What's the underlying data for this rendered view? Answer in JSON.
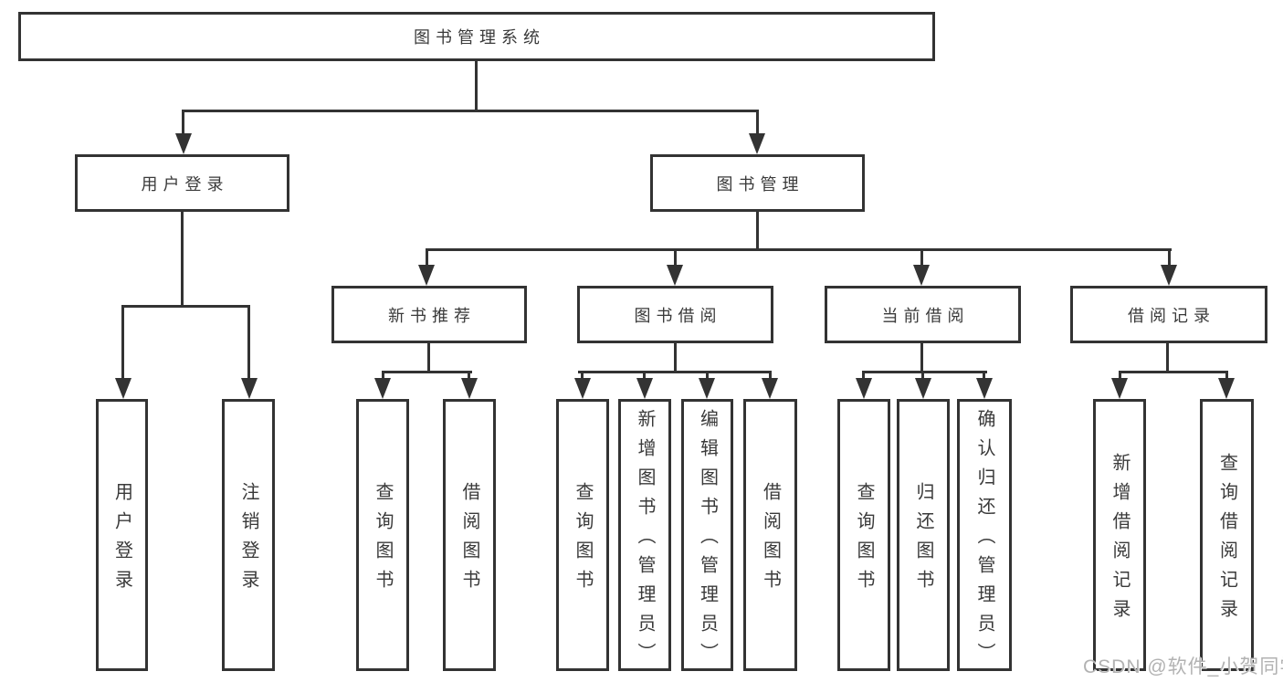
{
  "nodes": {
    "root": "图书管理系统",
    "level2": [
      "用户登录",
      "图书管理"
    ],
    "level3": [
      "新书推荐",
      "图书借阅",
      "当前借阅",
      "借阅记录"
    ],
    "leaves": [
      "用户登录",
      "注销登录",
      "查询图书",
      "借阅图书",
      "查询图书",
      "新增图书（管理员）",
      "编辑图书（管理员）",
      "借阅图书",
      "查询图书",
      "归还图书",
      "确认归还（管理员）",
      "新增借阅记录",
      "查询借阅记录"
    ]
  },
  "watermark": {
    "text": "CSDN @软件_小贺同学",
    "color": "#b2b2b2"
  },
  "colors": {
    "line": "#333333",
    "text": "#3a3a3a",
    "background": "#ffffff"
  }
}
